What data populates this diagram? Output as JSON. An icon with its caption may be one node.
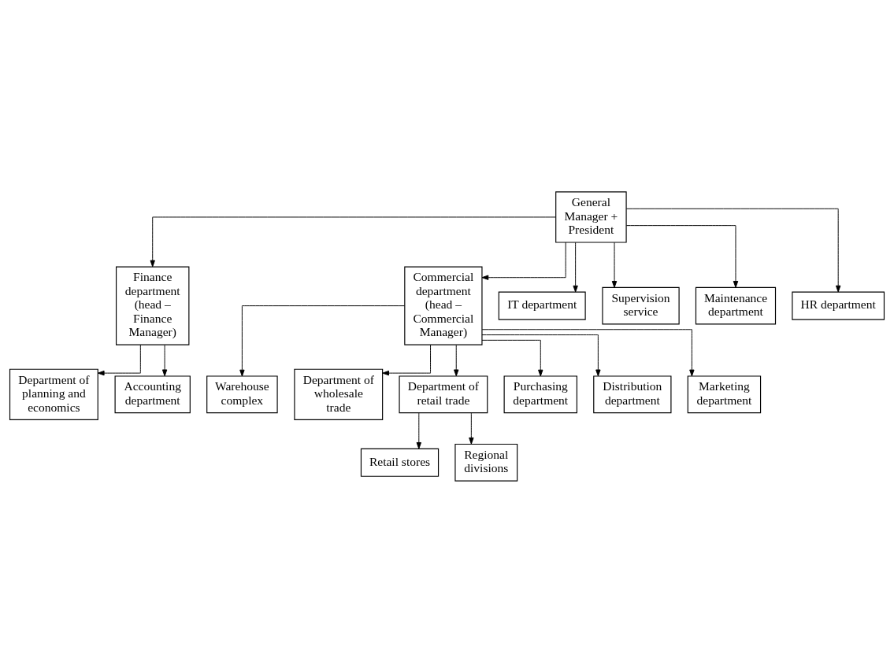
{
  "diagram": {
    "nodes": [
      {
        "text": [
          "General Manager + President"
        ]
      },
      {
        "text": [
          "Finance department (head – Finance Manager)"
        ]
      },
      {
        "text": [
          "Commercial department (head – Commercial Manager)"
        ]
      },
      {
        "text": [
          "IT department"
        ]
      },
      {
        "text": [
          "Supervision service"
        ]
      },
      {
        "text": [
          "Maintenance department"
        ]
      },
      {
        "text": [
          "HR department"
        ]
      },
      {
        "text": [
          "Department of planning and economics"
        ]
      },
      {
        "text": [
          "Accounting department"
        ]
      },
      {
        "text": [
          "Warehouse complex"
        ]
      },
      {
        "text": [
          "Department of wholesale trade"
        ]
      },
      {
        "text": [
          "Department of retail trade"
        ]
      },
      {
        "text": [
          "Purchasing department"
        ]
      },
      {
        "text": [
          "Distribution department"
        ]
      },
      {
        "text": [
          "Marketing department"
        ]
      },
      {
        "text": [
          "Retail stores"
        ]
      },
      {
        "text": [
          "Regional divisions"
        ]
      }
    ],
    "edges": [
      {
        "from": 0,
        "to": 1,
        "arrow": "to"
      },
      {
        "from": 0,
        "to": 2,
        "arrow": "to"
      },
      {
        "from": 0,
        "to": 3,
        "arrow": "to"
      },
      {
        "from": 0,
        "to": 4,
        "arrow": "to"
      },
      {
        "from": 0,
        "to": 5,
        "arrow": "to"
      },
      {
        "from": 0,
        "to": 6,
        "arrow": "to"
      },
      {
        "from": 1,
        "to": 7,
        "arrow": "to"
      },
      {
        "from": 1,
        "to": 8,
        "arrow": "to"
      },
      {
        "from": 2,
        "to": 9,
        "arrow": "to"
      },
      {
        "from": 2,
        "to": 10,
        "arrow": "to"
      },
      {
        "from": 2,
        "to": 11,
        "arrow": "to"
      },
      {
        "from": 2,
        "to": 12,
        "arrow": "to"
      },
      {
        "from": 2,
        "to": 13,
        "arrow": "to"
      },
      {
        "from": 2,
        "to": 14,
        "arrow": "to"
      },
      {
        "from": 11,
        "to": 15,
        "arrow": "to"
      },
      {
        "from": 11,
        "to": 16,
        "arrow": "to"
      }
    ]
  }
}
